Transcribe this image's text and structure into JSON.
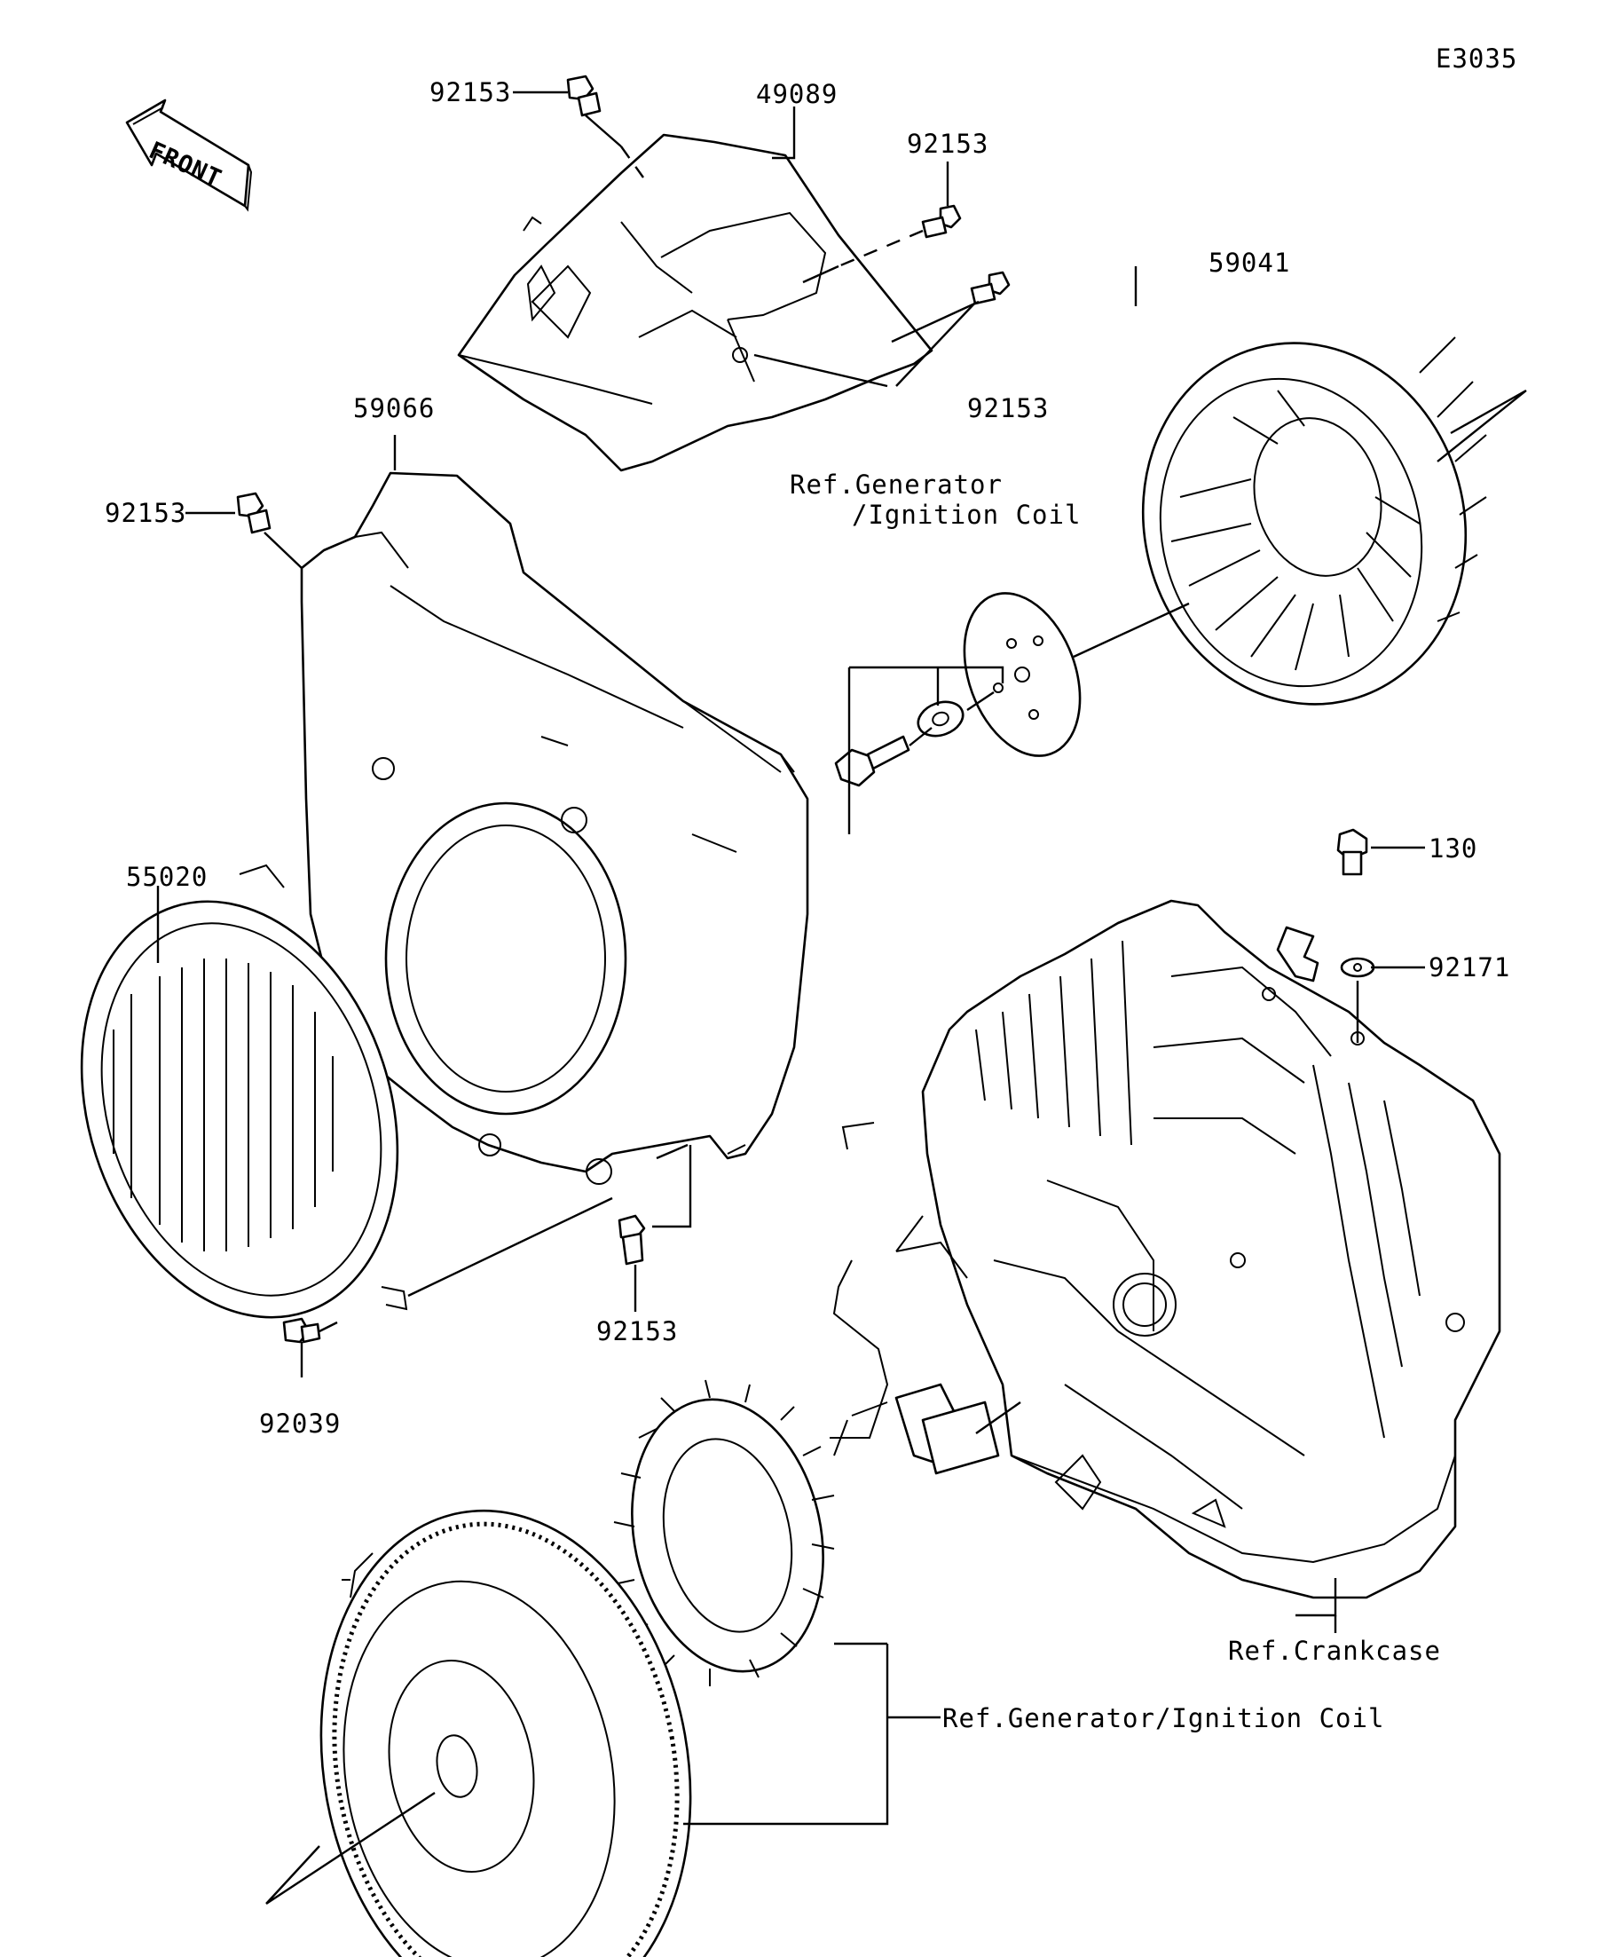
{
  "diagram_code": "E3035",
  "front_label": "FRONT",
  "labels": {
    "p92153_top": "92153",
    "p49089": "49089",
    "p92153_right_top": "92153",
    "p92153_right_bottom": "92153",
    "p59041": "59041",
    "p59066": "59066",
    "p92153_left": "92153",
    "ref_gen_line1": "Ref.Generator",
    "ref_gen_line2": "/Ignition Coil",
    "p130": "130",
    "p92171": "92171",
    "p55020": "55020",
    "p92153_bottom": "92153",
    "p92039": "92039",
    "ref_crankcase": "Ref.Crankcase",
    "ref_gen_bottom": "Ref.Generator/Ignition Coil"
  }
}
